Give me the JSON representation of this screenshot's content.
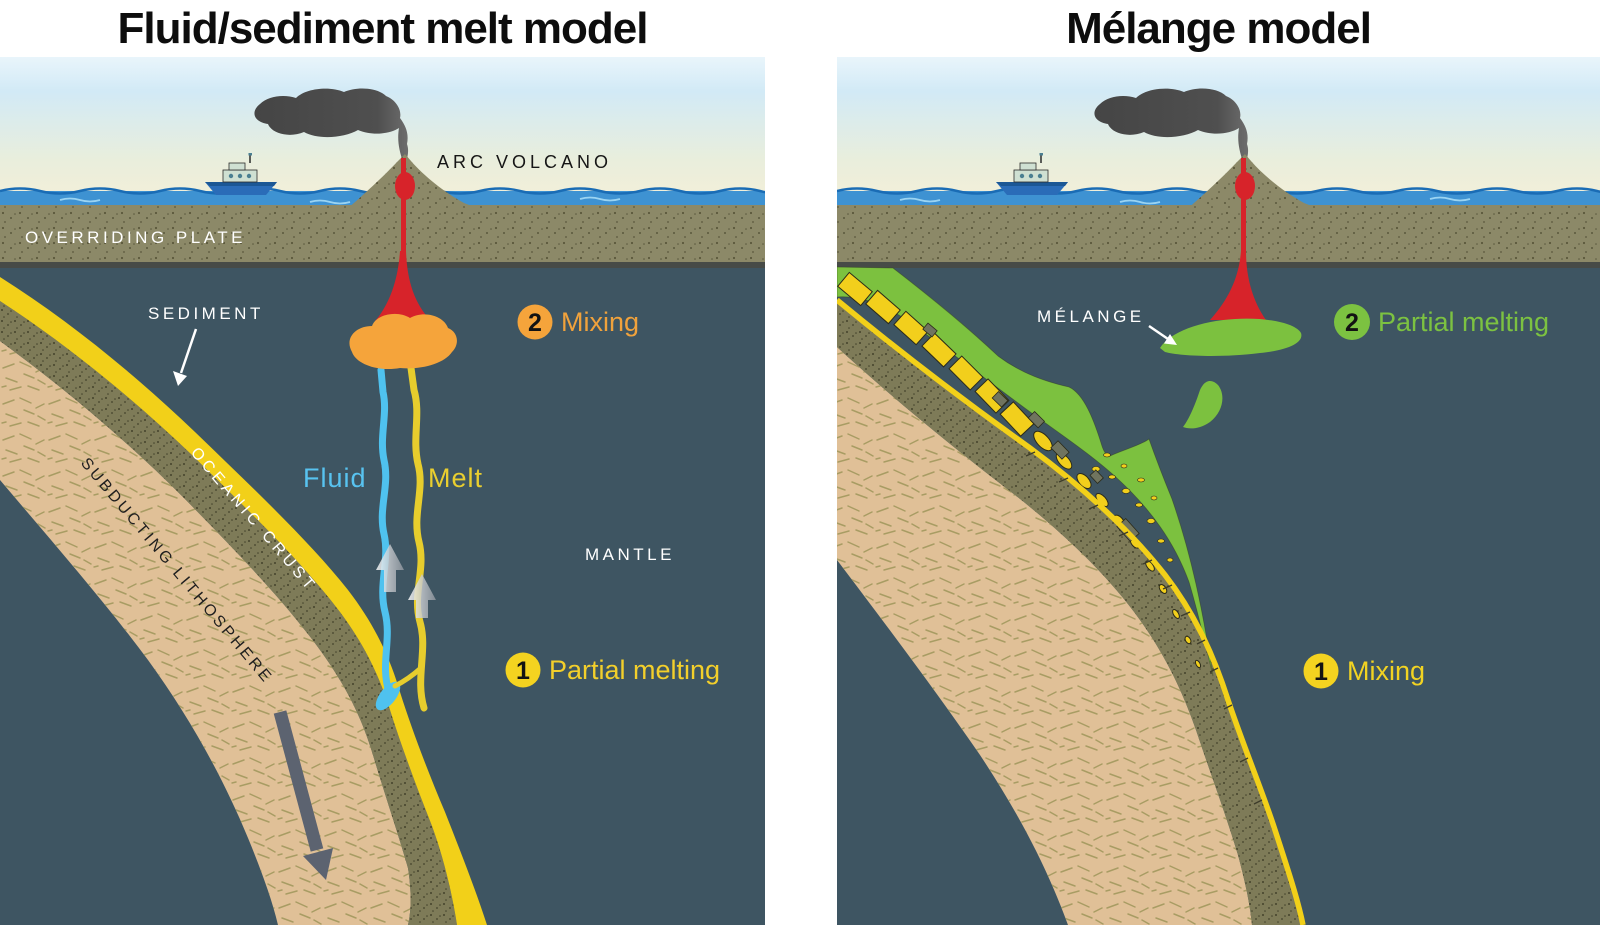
{
  "left": {
    "title": "Fluid/sediment melt model",
    "labels": {
      "arc_volcano": "ARC VOLCANO",
      "overriding_plate": "OVERRIDING PLATE",
      "sediment": "SEDIMENT",
      "oceanic_crust": "OCEANIC CRUST",
      "subducting_lithosphere": "SUBDUCTING LITHOSPHERE",
      "mantle": "MANTLE",
      "fluid": "Fluid",
      "melt": "Melt"
    },
    "steps": [
      {
        "number": "1",
        "label": "Partial melting",
        "color": "#f2d320"
      },
      {
        "number": "2",
        "label": "Mixing",
        "color": "#f5a43b"
      }
    ]
  },
  "right": {
    "title": "Mélange model",
    "labels": {
      "melange": "MÉLANGE"
    },
    "steps": [
      {
        "number": "1",
        "label": "Mixing",
        "color": "#f2d320"
      },
      {
        "number": "2",
        "label": "Partial melting",
        "color": "#7cc241"
      }
    ]
  },
  "colors": {
    "sky_top": "#d2eaf6",
    "sky_horizon": "#f2efd9",
    "ocean": "#3e92d2",
    "wave_line": "#1a6cb5",
    "overriding_plate": "#8c8968",
    "plate_shadow": "#474b47",
    "mantle": "#3e5562",
    "lithosphere": "#e0c097",
    "oceanic_crust": "#7e7b58",
    "sediment_yellow": "#f2d019",
    "fluid_blue": "#4fc2ef",
    "melt_yellow": "#e7cd2d",
    "magma_red": "#d7232a",
    "mixing_blob_orange": "#f5a43b",
    "melange_green": "#7cc13f",
    "smoke_gray": "#4c4c4c",
    "ship_blue": "#2a6cb8"
  }
}
